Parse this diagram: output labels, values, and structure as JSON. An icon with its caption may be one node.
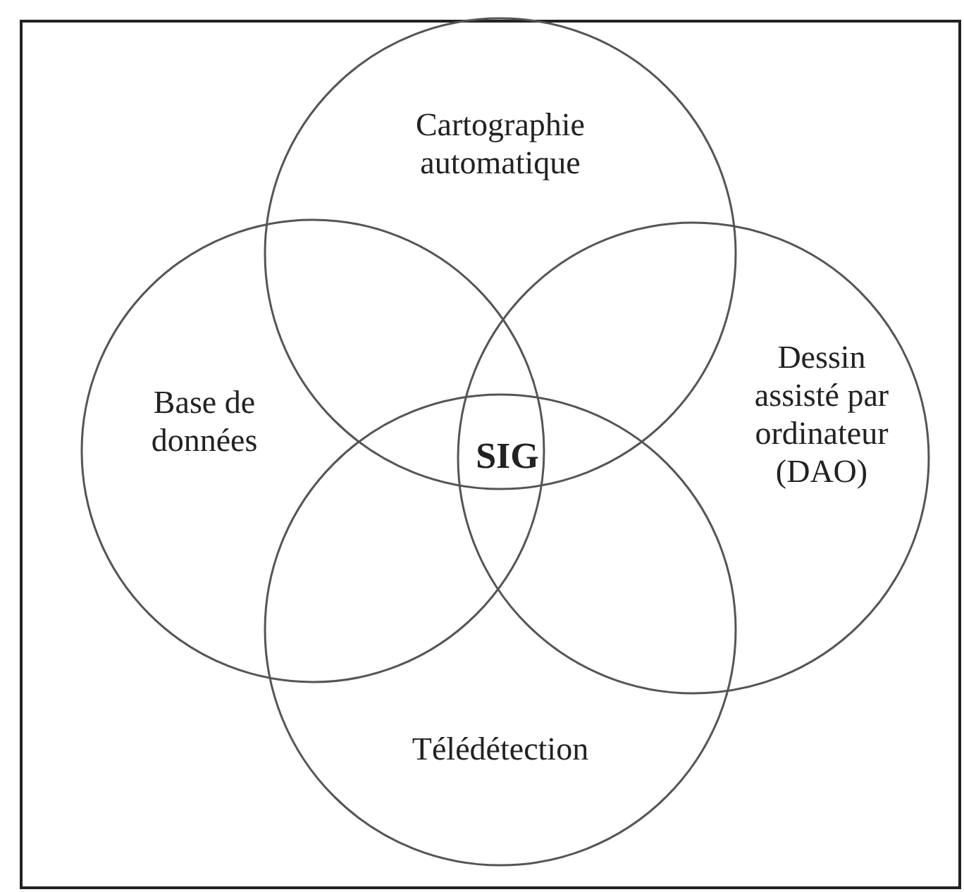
{
  "diagram": {
    "nodes": [
      {
        "text": [
          "Cartographie automatique"
        ]
      },
      {
        "text": [
          "Base de données"
        ]
      },
      {
        "text": [
          "Dessin assisté par ordinateur (DAO)"
        ]
      },
      {
        "text": [
          "Télédétection"
        ]
      }
    ],
    "labels": [
      "SIG"
    ]
  }
}
